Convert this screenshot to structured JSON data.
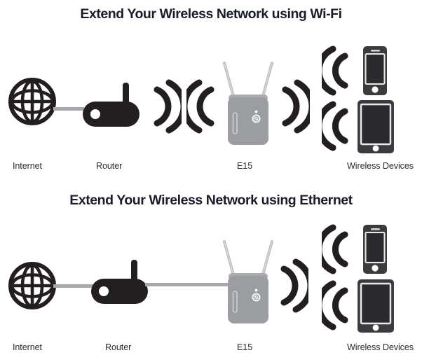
{
  "page": {
    "background_color": "#ffffff",
    "ink_color": "#231f20",
    "title_color": "#1b1c2a",
    "device_gray": "#9b9da1",
    "cable_gray": "#a6a8ab"
  },
  "diagrams": [
    {
      "id": "wifi",
      "title": "Extend Your Wireless Network using Wi-Fi",
      "connection_type": "wireless",
      "labels": {
        "internet": "Internet",
        "router": "Router",
        "extender": "E15",
        "devices": "Wireless Devices"
      },
      "nodes": [
        {
          "name": "internet-globe",
          "label": "Internet"
        },
        {
          "name": "router",
          "label": "Router"
        },
        {
          "name": "range-extender",
          "label": "E15"
        },
        {
          "name": "wireless-devices",
          "label": "Wireless Devices"
        }
      ],
      "links": [
        {
          "from": "internet-globe",
          "to": "router",
          "medium": "cable"
        },
        {
          "from": "router",
          "to": "range-extender",
          "medium": "wireless"
        },
        {
          "from": "range-extender",
          "to": "wireless-devices",
          "medium": "wireless"
        }
      ]
    },
    {
      "id": "ethernet",
      "title": "Extend Your Wireless Network using Ethernet",
      "connection_type": "ethernet",
      "labels": {
        "internet": "Internet",
        "router": "Router",
        "extender": "E15",
        "devices": "Wireless Devices"
      },
      "nodes": [
        {
          "name": "internet-globe",
          "label": "Internet"
        },
        {
          "name": "router",
          "label": "Router"
        },
        {
          "name": "range-extender",
          "label": "E15"
        },
        {
          "name": "wireless-devices",
          "label": "Wireless Devices"
        }
      ],
      "links": [
        {
          "from": "internet-globe",
          "to": "router",
          "medium": "cable"
        },
        {
          "from": "router",
          "to": "range-extender",
          "medium": "ethernet-cable"
        },
        {
          "from": "range-extender",
          "to": "wireless-devices",
          "medium": "wireless"
        }
      ]
    }
  ]
}
